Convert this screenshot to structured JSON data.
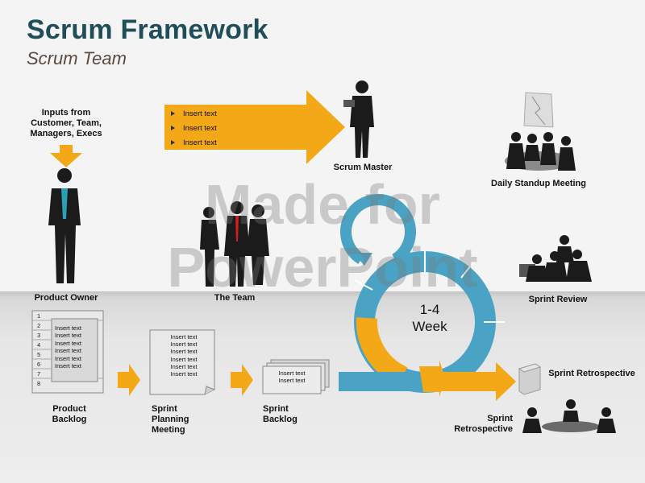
{
  "header": {
    "title": "Scrum Framework",
    "subtitle": "Scrum Team"
  },
  "watermark": {
    "line1": "Made for",
    "line2": "PowerPoint"
  },
  "inputs": {
    "line1": "Inputs from",
    "line2": "Customer, Team,",
    "line3": "Managers, Execs"
  },
  "big_arrow": {
    "items": [
      "Insert text",
      "Insert text",
      "Insert text"
    ]
  },
  "roles": {
    "scrum_master": "Scrum Master",
    "product_owner": "Product Owner",
    "the_team": "The Team",
    "daily_standup": "Daily Standup Meeting",
    "sprint_review": "Sprint Review",
    "sprint_retro_box": "Sprint Retrospective"
  },
  "cycle": {
    "line1": "1-4",
    "line2": "Week"
  },
  "product_backlog": {
    "numbers": [
      "1",
      "2",
      "3",
      "4",
      "5",
      "6",
      "7",
      "8"
    ],
    "items": [
      "Insert text",
      "Insert text",
      "Insert text",
      "Insert text",
      "Insert text",
      "Insert text"
    ],
    "label_line1": "Product",
    "label_line2": "Backlog"
  },
  "sprint_planning": {
    "items": [
      "Insert text",
      "Insert text",
      "Insert text",
      "Insert text",
      "Insert text",
      "Insert text"
    ],
    "label_line1": "Sprint",
    "label_line2": "Planning",
    "label_line3": "Meeting"
  },
  "sprint_backlog": {
    "items": [
      "Insert text",
      "Insert text"
    ],
    "label_line1": "Sprint",
    "label_line2": "Backlog"
  },
  "sprint_retrospective": {
    "label_line1": "Sprint",
    "label_line2": "Retrospective"
  },
  "colors": {
    "accent": "#f3a817",
    "cycle": "#4aa3c4",
    "title": "#1f4e59"
  },
  "icons": [
    "arrow-down-icon",
    "person-icon",
    "group-icon",
    "document-icon",
    "meeting-icon",
    "box-icon"
  ]
}
